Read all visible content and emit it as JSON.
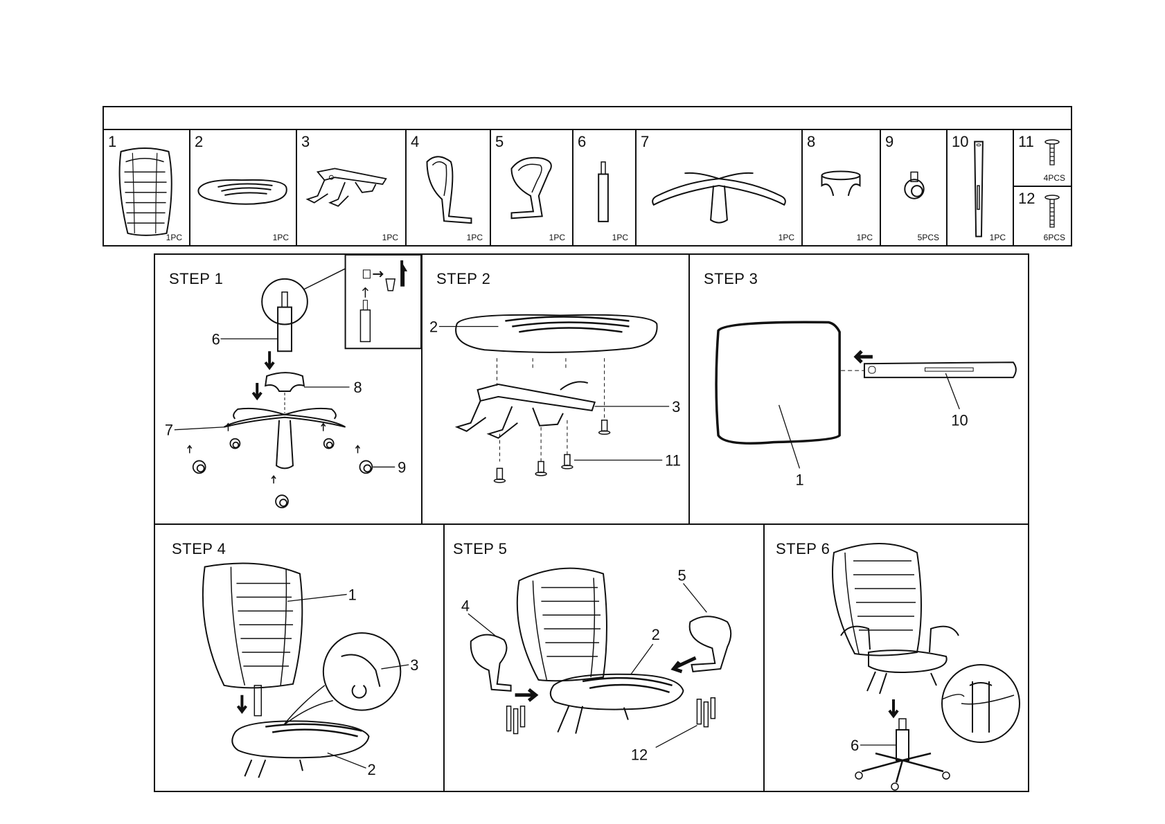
{
  "parts": [
    {
      "num": "1",
      "qty": "1PC",
      "icon": "backrest-icon"
    },
    {
      "num": "2",
      "qty": "1PC",
      "icon": "seat-cushion-icon"
    },
    {
      "num": "3",
      "qty": "1PC",
      "icon": "tilt-mechanism-icon"
    },
    {
      "num": "4",
      "qty": "1PC",
      "icon": "left-armrest-icon"
    },
    {
      "num": "5",
      "qty": "1PC",
      "icon": "right-armrest-icon"
    },
    {
      "num": "6",
      "qty": "1PC",
      "icon": "gas-lift-icon"
    },
    {
      "num": "7",
      "qty": "1PC",
      "icon": "star-base-icon"
    },
    {
      "num": "8",
      "qty": "1PC",
      "icon": "lift-cover-icon"
    },
    {
      "num": "9",
      "qty": "5PCS",
      "icon": "caster-icon"
    },
    {
      "num": "10",
      "qty": "1PC",
      "icon": "back-bar-icon"
    },
    {
      "num": "11",
      "qty": "4PCS",
      "icon": "short-screw-icon"
    },
    {
      "num": "12",
      "qty": "6PCS",
      "icon": "long-screw-icon"
    }
  ],
  "steps": [
    {
      "title": "STEP 1",
      "callouts": [
        "6",
        "8",
        "7",
        "9"
      ]
    },
    {
      "title": "STEP 2",
      "callouts": [
        "2",
        "3",
        "11"
      ]
    },
    {
      "title": "STEP 3",
      "callouts": [
        "1",
        "10"
      ]
    },
    {
      "title": "STEP 4",
      "callouts": [
        "1",
        "3",
        "2"
      ]
    },
    {
      "title": "STEP 5",
      "callouts": [
        "4",
        "5",
        "2",
        "12"
      ]
    },
    {
      "title": "STEP 6",
      "callouts": [
        "6"
      ]
    }
  ]
}
